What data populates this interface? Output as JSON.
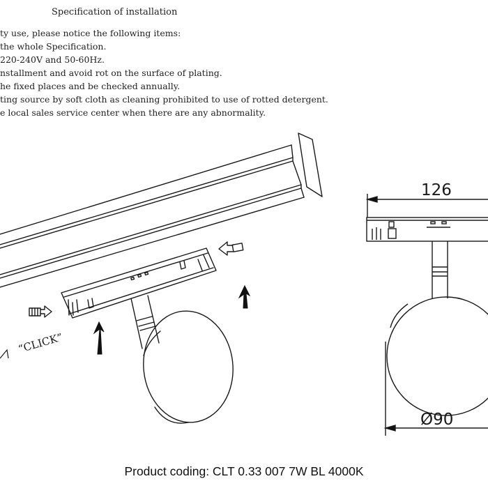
{
  "header": {
    "title": "Specification of installation",
    "lines": [
      "ty use, please notice the following items:",
      "the whole Specification.",
      "220-240V and 50-60Hz.",
      "nstallment and avoid rot on the surface of plating.",
      "he fixed places and be checked annually.",
      "ting source by soft cloth as cleaning prohibited to use of rotted detergent.",
      "e local sales service center when there are any abnormality."
    ]
  },
  "diagram": {
    "click_label": "“CLICK”",
    "width_label": "126",
    "diameter_label": "Ø90"
  },
  "footer": {
    "product_coding": "Product coding: CLT 0.33 007 7W BL 4000K"
  }
}
